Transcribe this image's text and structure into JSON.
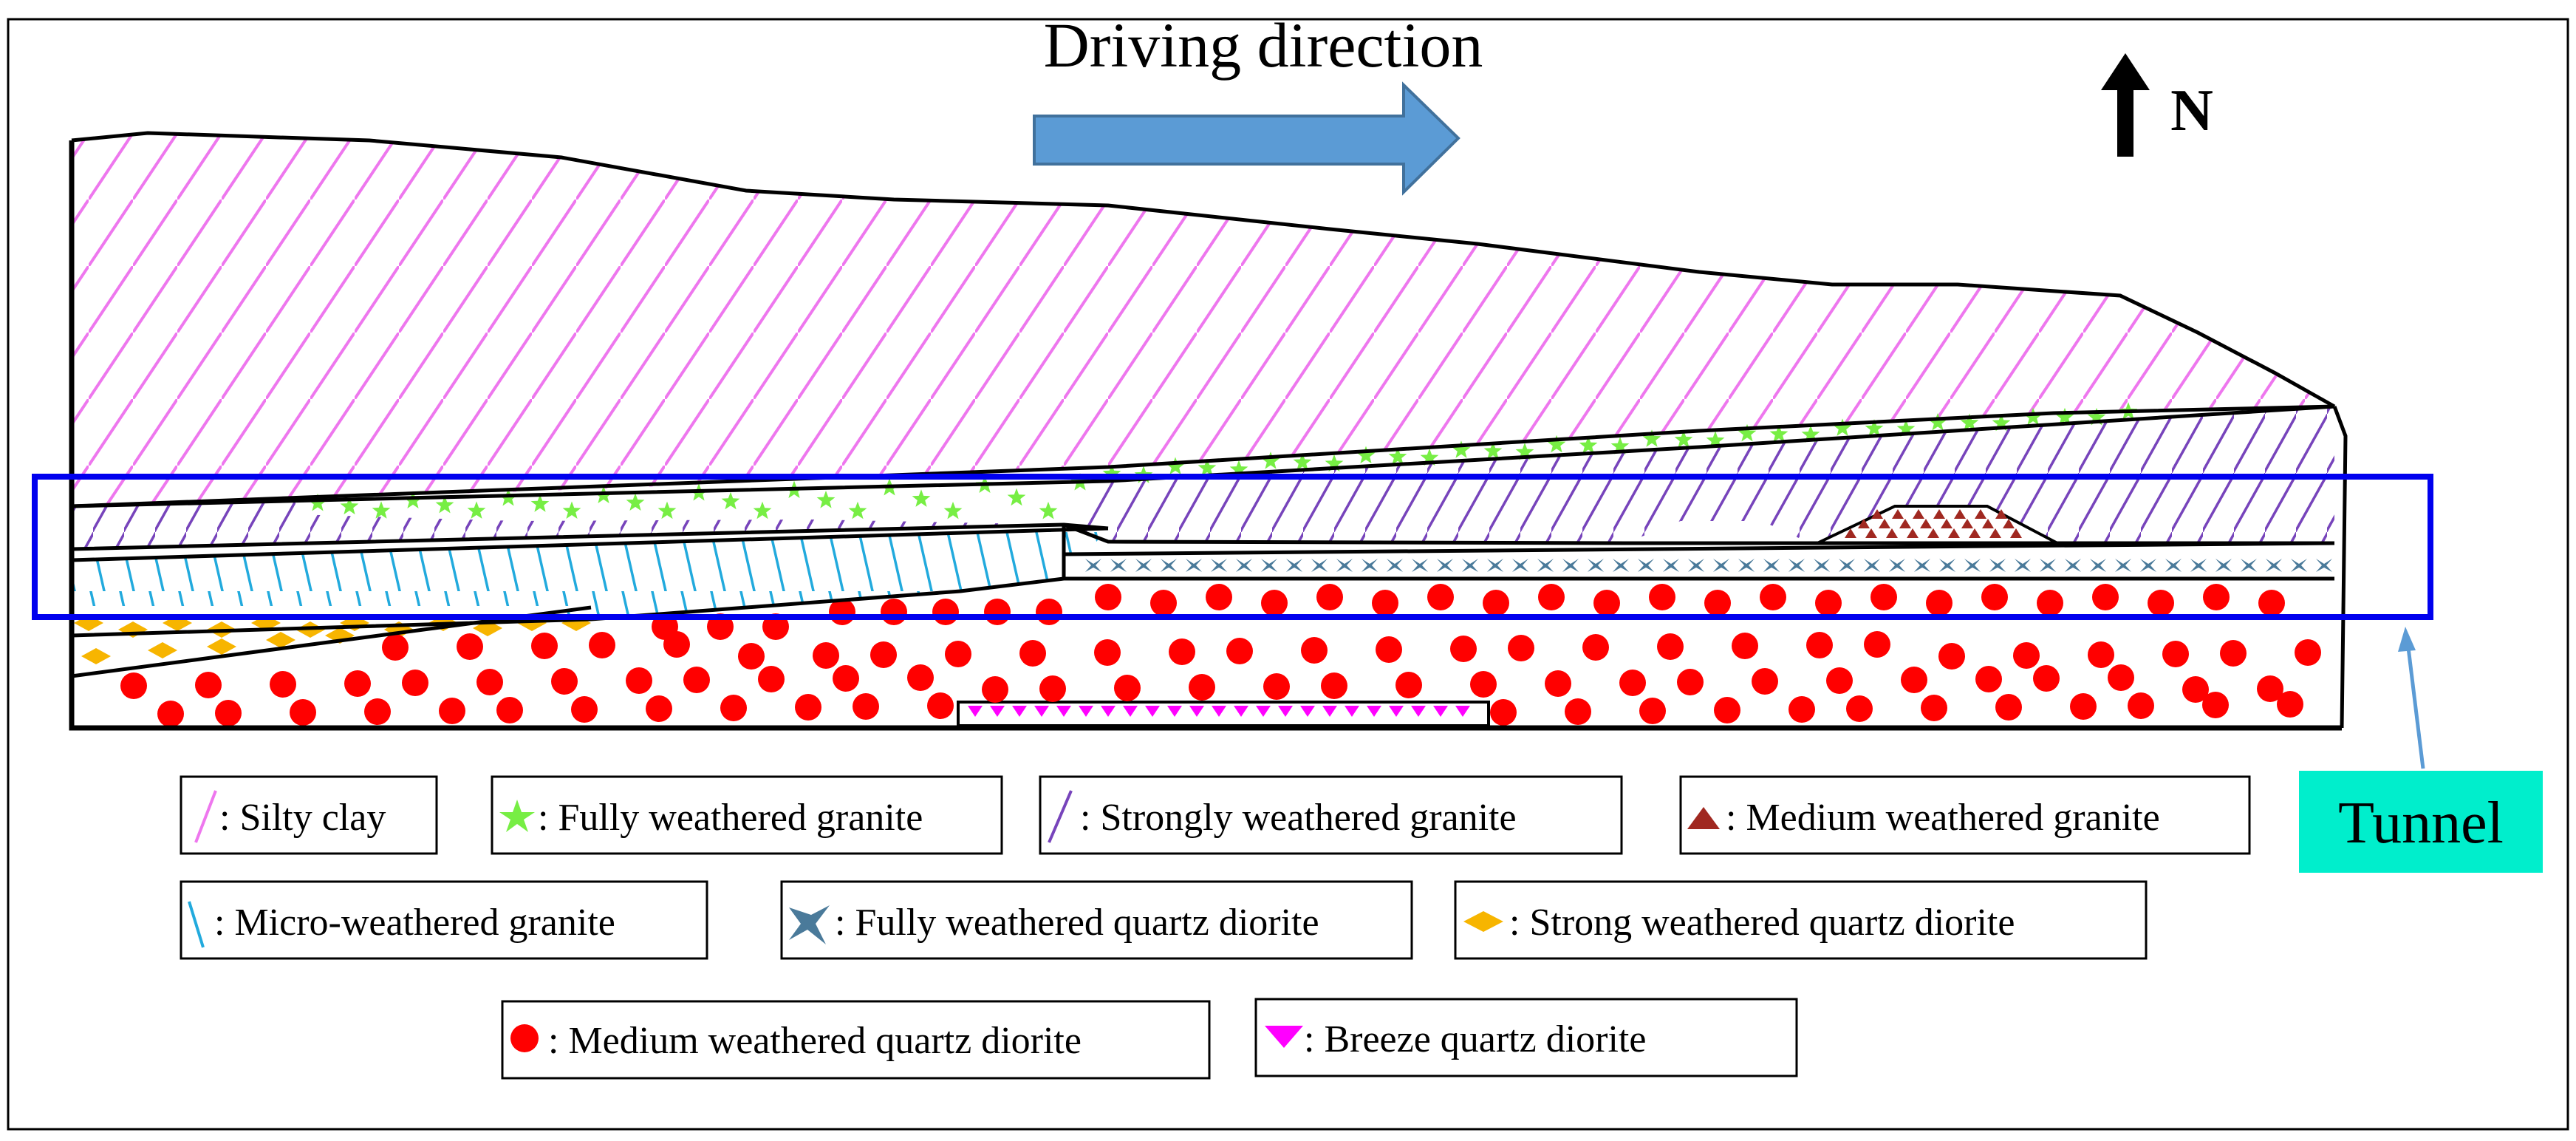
{
  "title": "Driving direction",
  "north_label": "N",
  "tunnel_label": "Tunnel",
  "colors": {
    "silty_clay": "#ee77ee",
    "fully_weathered_granite": "#77ee44",
    "strongly_weathered_granite": "#7744bb",
    "medium_weathered_granite": "#a02820",
    "micro_weathered_granite": "#22aadd",
    "fully_weathered_quartz_diorite": "#4a7a9a",
    "strong_weathered_quartz_diorite": "#f7b500",
    "medium_weathered_quartz_diorite": "#ff0000",
    "breeze_quartz_diorite": "#ff00ff",
    "tunnel_box": "#0000ee",
    "tunnel_label_bg": "#00eecc",
    "arrow_fill": "#5b9bd5",
    "arrow_stroke": "#41719c"
  },
  "legend": [
    {
      "key": "silty_clay",
      "icon": "slash-icon",
      "label": ": Silty clay"
    },
    {
      "key": "fully_weathered_granite",
      "icon": "star-icon",
      "label": ": Fully weathered granite"
    },
    {
      "key": "strongly_weathered_granite",
      "icon": "slash-icon",
      "label": ": Strongly weathered granite"
    },
    {
      "key": "medium_weathered_granite",
      "icon": "triangle-up-icon",
      "label": ": Medium weathered granite"
    },
    {
      "key": "micro_weathered_granite",
      "icon": "backslash-icon",
      "label": ": Micro-weathered granite"
    },
    {
      "key": "fully_weathered_quartz_diorite",
      "icon": "four-point-star-icon",
      "label": ": Fully weathered quartz diorite"
    },
    {
      "key": "strong_weathered_quartz_diorite",
      "icon": "diamond-icon",
      "label": ": Strong weathered quartz diorite"
    },
    {
      "key": "medium_weathered_quartz_diorite",
      "icon": "circle-icon",
      "label": ": Medium weathered quartz diorite"
    },
    {
      "key": "breeze_quartz_diorite",
      "icon": "triangle-down-icon",
      "label": ": Breeze quartz diorite"
    }
  ]
}
